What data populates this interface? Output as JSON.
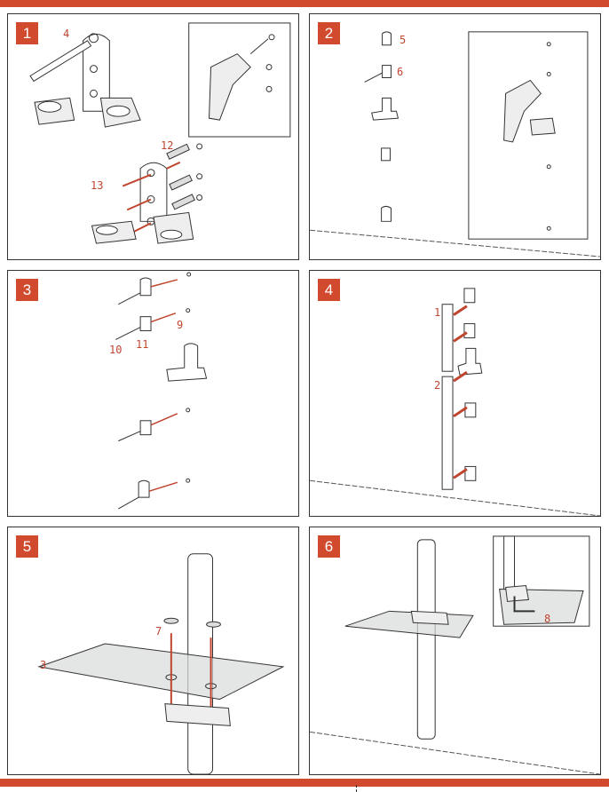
{
  "accent_color": "#d24a2e",
  "panels": [
    {
      "step": "1",
      "labels": [
        "4",
        "12",
        "13"
      ]
    },
    {
      "step": "2",
      "labels": [
        "5",
        "6"
      ]
    },
    {
      "step": "3",
      "labels": [
        "9",
        "10",
        "11"
      ]
    },
    {
      "step": "4",
      "labels": [
        "1",
        "2"
      ]
    },
    {
      "step": "5",
      "labels": [
        "7",
        "3"
      ]
    },
    {
      "step": "6",
      "labels": [
        "8"
      ]
    }
  ]
}
